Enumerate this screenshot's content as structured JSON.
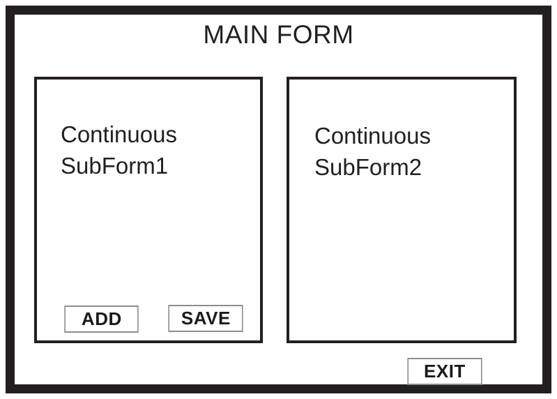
{
  "window": {
    "title": "MAIN FORM",
    "frame_color": "#231f20",
    "background_color": "#ffffff"
  },
  "panels": [
    {
      "name": "subform-1",
      "label": "Continuous\nSubForm1",
      "border_color": "#231f20",
      "buttons": [
        {
          "name": "add",
          "label": "ADD"
        },
        {
          "name": "save",
          "label": "SAVE"
        }
      ]
    },
    {
      "name": "subform-2",
      "label": "Continuous\nSubForm2",
      "border_color": "#231f20",
      "buttons": []
    }
  ],
  "footer": {
    "buttons": [
      {
        "name": "exit",
        "label": "EXIT"
      }
    ]
  },
  "button_style": {
    "border_color": "#8c8c8c",
    "text_color": "#1a1a1a",
    "background_color": "#ffffff"
  }
}
